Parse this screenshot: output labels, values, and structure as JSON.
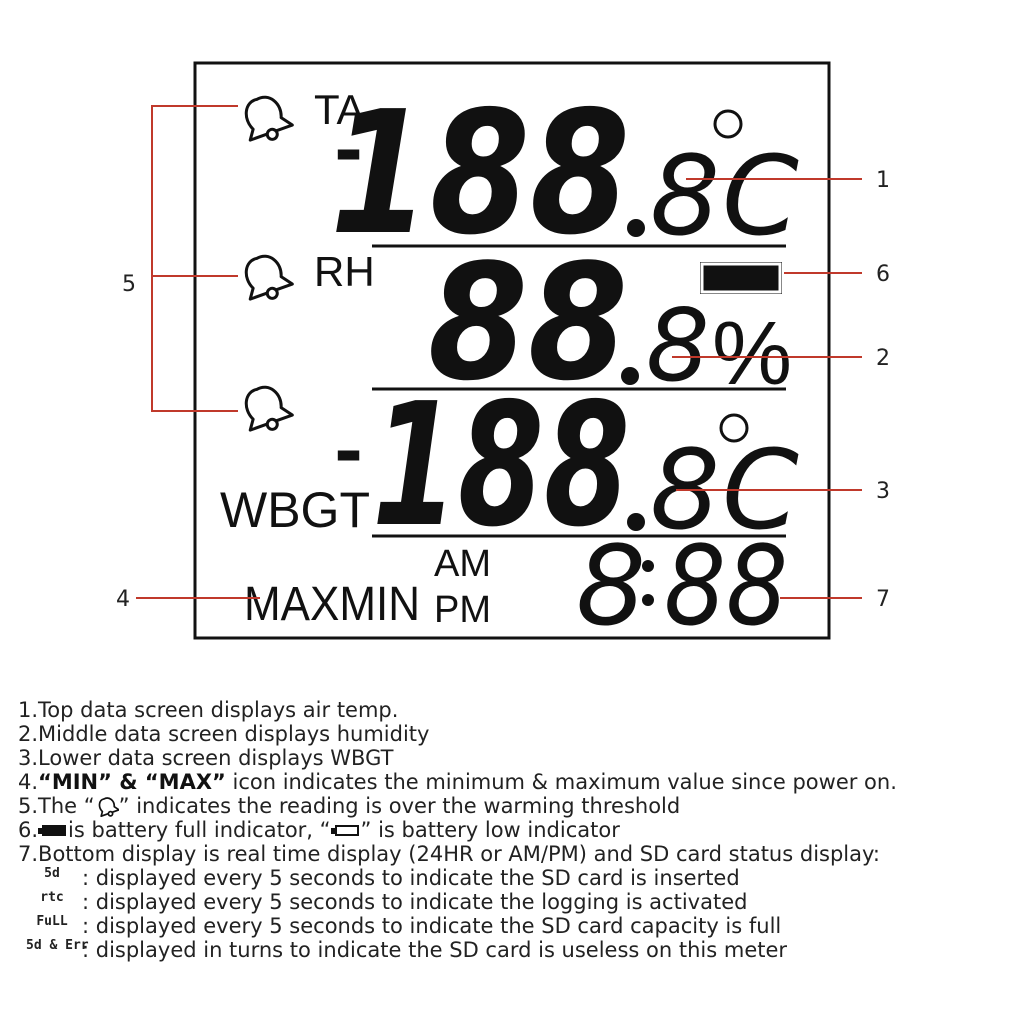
{
  "lcd": {
    "labels": {
      "ta": "TA",
      "rh": "RH",
      "wbgt": "WBGT",
      "maxmin": "MAXMIN",
      "am": "AM",
      "pm": "PM"
    },
    "readings": {
      "top": {
        "sign": "-",
        "digits": "188",
        "decimal": "8",
        "unit": "C",
        "degree": "°"
      },
      "middle": {
        "digits": "88",
        "decimal": "8",
        "unit": "%"
      },
      "bottom": {
        "sign": "-",
        "digits": "188",
        "decimal": "8",
        "unit": "C",
        "degree": "°"
      },
      "clock": {
        "hours": "8",
        "minutes": "88"
      }
    }
  },
  "callouts": [
    "1",
    "2",
    "3",
    "4",
    "5",
    "6",
    "7"
  ],
  "notes": {
    "n1": {
      "num": "1.",
      "text": "Top data screen displays air temp."
    },
    "n2": {
      "num": "2.",
      "text": "Middle data screen displays humidity"
    },
    "n3": {
      "num": "3.",
      "text": "Lower data screen displays WBGT"
    },
    "n4": {
      "num": "4.",
      "bold": "“MIN” & “MAX”",
      "text": " icon indicates the minimum & maximum value since power on."
    },
    "n5": {
      "num": "5.",
      "pre": "The “",
      "post": "” indicates the reading is over the warming threshold"
    },
    "n6": {
      "num": "6.",
      "mid": "is battery full indicator, “",
      "post": "” is battery low indicator"
    },
    "n7": {
      "num": "7.",
      "text": "Bottom display is real time display (24HR or AM/PM) and SD card status display:"
    },
    "sd_codes": [
      {
        "code": "5d",
        "text": ": displayed every 5 seconds to indicate the SD card is inserted"
      },
      {
        "code": "rtc",
        "text": ": displayed every 5 seconds to indicate the logging is activated"
      },
      {
        "code": "FuLL",
        "text": ": displayed every 5 seconds to indicate the SD card capacity is full"
      },
      {
        "code": "5d & Err",
        "text": ": displayed in turns to indicate the SD card is useless on this meter"
      }
    ]
  },
  "colors": {
    "callout_line": "#c0392b",
    "lcd_segment": "#111111",
    "frame": "#111111"
  },
  "icons": [
    "bell-icon",
    "battery-full-icon",
    "battery-low-icon"
  ]
}
